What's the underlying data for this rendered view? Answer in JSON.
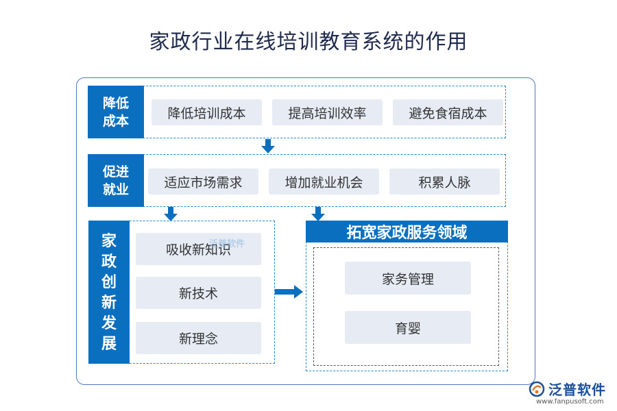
{
  "title": "家政行业在线培训教育系统的作用",
  "rows": [
    {
      "label": "降低\n成本",
      "items": [
        "降低培训成本",
        "提高培训效率",
        "避免食宿成本"
      ]
    },
    {
      "label": "促进\n就业",
      "items": [
        "适应市场需求",
        "增加就业机会",
        "积累人脉"
      ]
    }
  ],
  "innovation": {
    "label": "家\n政\n创\n新\n发\n展",
    "items": [
      "吸收新知识",
      "新技术",
      "新理念"
    ]
  },
  "expand": {
    "header": "拓宽家政服务领域",
    "items": [
      "家务管理",
      "育婴"
    ]
  },
  "watermark": "泛普软件",
  "logo": {
    "name": "泛普软件",
    "url": "www.fanpusoft.com"
  },
  "colors": {
    "accent": "#0a6fbf",
    "border": "#1e8ad6",
    "item_bg": "#e6ebf4",
    "title": "#1f2a4d"
  }
}
